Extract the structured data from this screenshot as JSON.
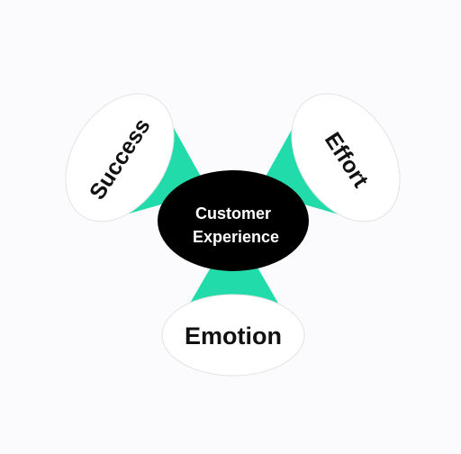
{
  "diagram": {
    "center": {
      "line1": "Customer",
      "line2": "Experience"
    },
    "nodes": [
      {
        "id": "success",
        "label": "Success"
      },
      {
        "id": "effort",
        "label": "Effort"
      },
      {
        "id": "emotion",
        "label": "Emotion"
      }
    ]
  },
  "colors": {
    "accent": "#22dbaa",
    "center_fill": "#000000",
    "bubble_fill": "#ffffff",
    "bubble_stroke": "#e3e3e3",
    "background": "#fbfbfe"
  }
}
